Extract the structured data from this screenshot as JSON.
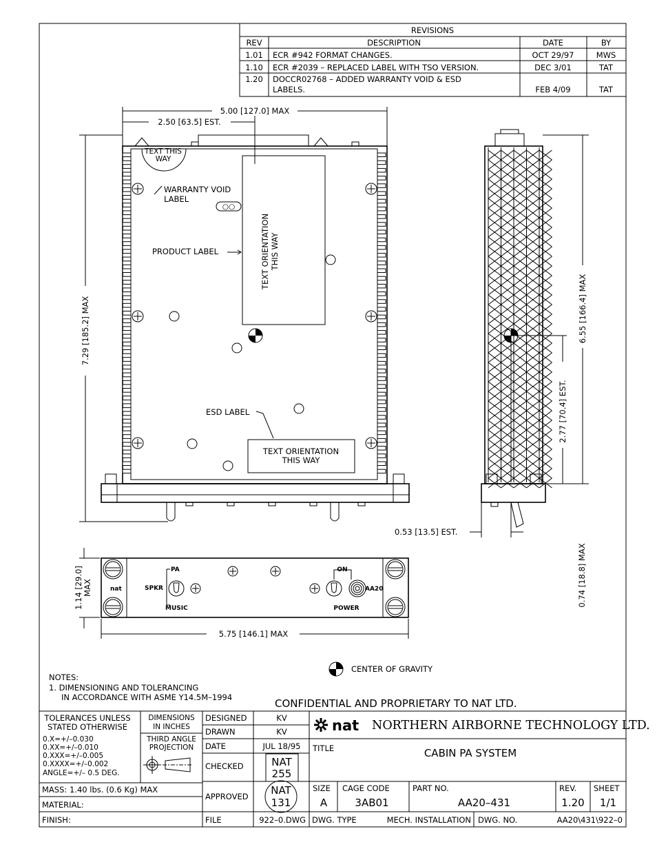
{
  "revisions": {
    "header": "REVISIONS",
    "columns": [
      "REV",
      "DESCRIPTION",
      "DATE",
      "BY"
    ],
    "rows": [
      {
        "rev": "1.01",
        "desc1": "ECR #942 FORMAT CHANGES.",
        "desc2": "",
        "date": "OCT 29/97",
        "by": "MWS"
      },
      {
        "rev": "1.10",
        "desc1": "ECR #2039 – REPLACED LABEL WITH TSO VERSION.",
        "desc2": "",
        "date": "DEC 3/01",
        "by": "TAT"
      },
      {
        "rev": "1.20",
        "desc1": "DOCCR02768 – ADDED WARRANTY VOID & ESD",
        "desc2": "LABELS.",
        "date": "FEB 4/09",
        "by": "TAT"
      }
    ]
  },
  "dimensions": {
    "top_max": "5.00 [127.0] MAX",
    "top_est": "2.50 [63.5] EST.",
    "height_max": "7.29 [185.2] MAX",
    "side_height": "6.55 [166.4] MAX",
    "side_cg": "2.77 [70.4] EST.",
    "side_offset": "0.53 [13.5] EST.",
    "panel_width": "5.75 [146.1] MAX",
    "panel_height_1": "1.14 [29.0]",
    "panel_height_2": "MAX",
    "panel_depth": "0.74 [18.8] MAX"
  },
  "callouts": {
    "text_this_way_1": "TEXT THIS",
    "text_this_way_2": "WAY",
    "warranty_1": "WARRANTY VOID",
    "warranty_2": "LABEL",
    "product_label": "PRODUCT LABEL",
    "orient_v_1": "TEXT ORIENTATION",
    "orient_v_2": "THIS WAY",
    "esd_label": "ESD LABEL",
    "orient_h_1": "TEXT ORIENTATION",
    "orient_h_2": "THIS WAY",
    "cg_legend": "CENTER OF GRAVITY"
  },
  "panel": {
    "pa": "PA",
    "spkr": "SPKR",
    "music": "MUSIC",
    "on": "ON",
    "power": "POWER",
    "model": "AA20",
    "logo": "nat"
  },
  "notes": {
    "heading": "NOTES:",
    "line1": "1. DIMENSIONING AND TOLERANCING",
    "line2": "IN ACCORDANCE WITH ASME Y14.5M–1994"
  },
  "confidential": "CONFIDENTIAL AND PROPRIETARY TO NAT LTD.",
  "title_block": {
    "tol_1": "TOLERANCES UNLESS",
    "tol_2": "STATED OTHERWISE",
    "tol_x": "0.X=+/–0.030",
    "tol_xx": "0.XX=+/–0.010",
    "tol_xxx": "0.XXX=+/–0.005",
    "tol_xxxx": "0.XXXX=+/–0.002",
    "tol_angle": "ANGLE=+/– 0.5 DEG.",
    "dim_1": "DIMENSIONS",
    "dim_2": "IN INCHES",
    "proj_1": "THIRD ANGLE",
    "proj_2": "PROJECTION",
    "designed_label": "DESIGNED",
    "designed": "KV",
    "drawn_label": "DRAWN",
    "drawn": "KV",
    "date_label": "DATE",
    "date": "JUL 18/95",
    "checked_label": "CHECKED",
    "checked_1": "NAT",
    "checked_2": "255",
    "approved_label": "APPROVED",
    "approved_1": "NAT",
    "approved_2": "131",
    "company_logo": "nat",
    "company": "NORTHERN AIRBORNE TECHNOLOGY LTD.",
    "title_label": "TITLE",
    "title": "CABIN PA SYSTEM",
    "mass_label": "MASS:",
    "mass": "1.40 lbs. (0.6 Kg) MAX",
    "material_label": "MATERIAL:",
    "finish_label": "FINISH:",
    "size_label": "SIZE",
    "size": "A",
    "cage_label": "CAGE CODE",
    "cage": "3AB01",
    "part_label": "PART NO.",
    "part": "AA20–431",
    "rev_label": "REV.",
    "rev": "1.20",
    "sheet_label": "SHEET",
    "sheet": "1/1",
    "file_label": "FILE",
    "file": "922–0.DWG",
    "dwg_type_label": "DWG. TYPE",
    "dwg_type": "MECH. INSTALLATION",
    "dwg_no_label": "DWG. NO.",
    "dwg_no": "AA20\\431\\922–0"
  }
}
